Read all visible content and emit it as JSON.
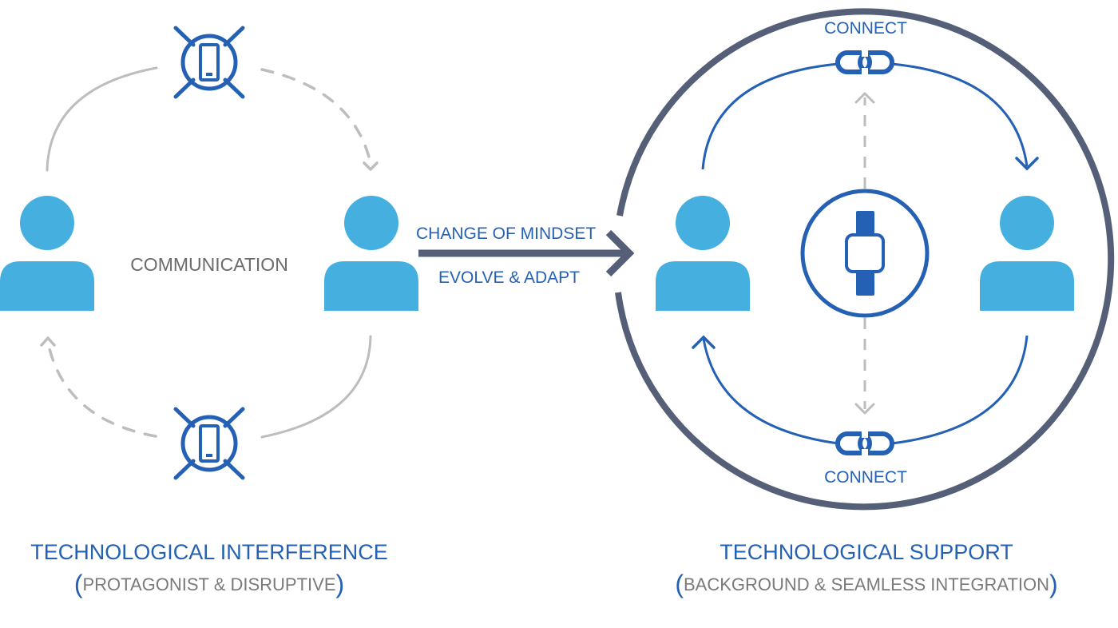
{
  "colors": {
    "person": "#45b0e0",
    "accent_blue": "#2461b4",
    "dark_slate": "#555f77",
    "gray_line": "#bdbdbd",
    "gray_text": "#6b6b6b",
    "subtitle_text": "#7a7a7a"
  },
  "left_panel": {
    "center_label": "COMMUNICATION",
    "title": "TECHNOLOGICAL INTERFERENCE",
    "subtitle_open": "(",
    "subtitle": "PROTAGONIST  & DISRUPTIVE",
    "subtitle_close": ")",
    "people": [
      "person-left",
      "person-right"
    ],
    "interference_icons": [
      "blocked-phone-icon-top",
      "blocked-phone-icon-bottom"
    ]
  },
  "transition": {
    "top_label": "CHANGE OF  MINDSET",
    "bottom_label": "EVOLVE & ADAPT"
  },
  "right_panel": {
    "top_connect_label": "CONNECT",
    "bottom_connect_label": "CONNECT",
    "title": "TECHNOLOGICAL SUPPORT",
    "subtitle_open": "(",
    "subtitle": "BACKGROUND & SEAMLESS INTEGRATION",
    "subtitle_close": ")",
    "center_icon": "smartwatch-icon"
  }
}
